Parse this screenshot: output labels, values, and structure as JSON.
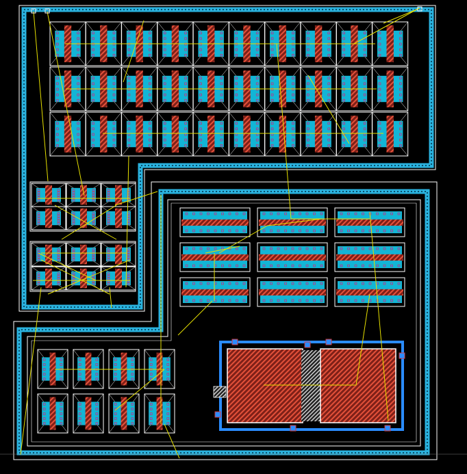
{
  "colors": {
    "background": "#000000",
    "diffusion": "#12b5d6",
    "diffusion_dark": "#0a7d9a",
    "contact": "#2a8cff",
    "contact_edge": "#d23c3c",
    "poly": "#c0342a",
    "poly_hatch": "#e45a3a",
    "outline": "#ffffff",
    "routing": "#e6e000",
    "guard_ring": "#2ab2de",
    "guard_ring_inner": "#0b4f6a",
    "resistor": "#a52a24"
  },
  "layout": {
    "upper_array": {
      "rows": 3,
      "cols": 10
    },
    "left_array": {
      "rows": 4,
      "cols": 3
    },
    "bottom_left_array": {
      "rows": 2,
      "cols": 4
    },
    "middle_array": {
      "rows": 3,
      "cols": 3
    },
    "capacitor_halves": 2
  }
}
